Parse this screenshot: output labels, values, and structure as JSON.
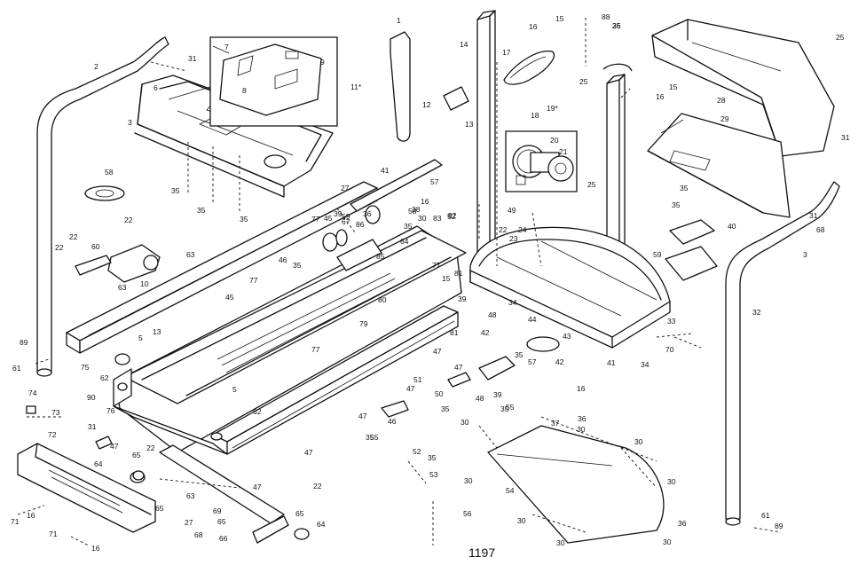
{
  "diagram": {
    "drawing_code": "1197",
    "labels": {
      "n1": "1",
      "n2": "2",
      "n3": "3",
      "n5": "5",
      "n6": "6",
      "n7": "7",
      "n8": "8",
      "n9": "9",
      "n10": "10",
      "n11": "11*",
      "n12": "12",
      "n13": "13",
      "n14": "14",
      "n15": "15",
      "n16": "16",
      "n17": "17",
      "n18": "18",
      "n19": "19*",
      "n20": "20",
      "n21": "21",
      "n22": "22",
      "n23": "23",
      "n24": "24",
      "n25": "25",
      "n26": "26",
      "n27": "27",
      "n28": "28",
      "n29": "29",
      "n30": "30",
      "n31": "31",
      "n32": "32",
      "n33": "33",
      "n34": "34",
      "n35": "35",
      "n36": "36",
      "n37": "37",
      "n38": "38",
      "n39": "39",
      "n40": "40",
      "n41": "41",
      "n42": "42",
      "n43": "43",
      "n44": "44",
      "n45": "45",
      "n46": "46",
      "n47": "47",
      "n48": "48",
      "n49": "49",
      "n50": "50",
      "n51": "51",
      "n52": "52",
      "n53": "53",
      "n54": "54",
      "n55": "55",
      "n56": "56",
      "n57": "57",
      "n58": "58",
      "n59": "59",
      "n60": "60",
      "n61": "61",
      "n62": "62",
      "n63": "63",
      "n64": "64",
      "n65": "65",
      "n66": "66",
      "n67": "67",
      "n68": "68",
      "n69": "69",
      "n70": "70",
      "n71": "71",
      "n72": "72",
      "n73": "73",
      "n74": "74",
      "n75": "75",
      "n76": "76",
      "n77": "77",
      "n79": "79",
      "n80": "80",
      "n81": "81",
      "n82": "82",
      "n83": "83",
      "n85": "85",
      "n86": "86",
      "n88": "88",
      "n89": "89",
      "n90": "90"
    }
  }
}
